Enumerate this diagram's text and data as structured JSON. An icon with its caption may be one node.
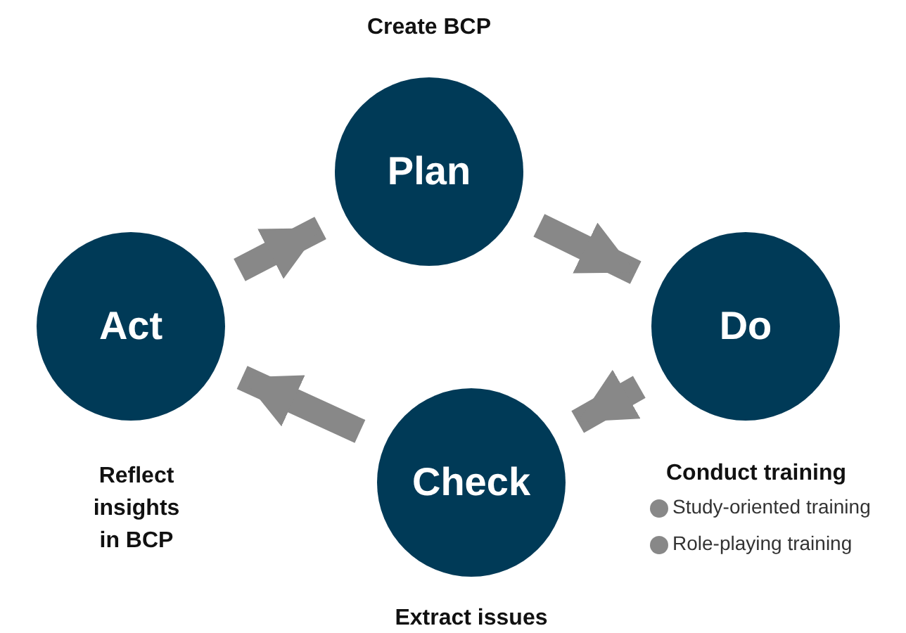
{
  "diagram": {
    "nodes": [
      {
        "text": [
          "Plan"
        ],
        "beside": [
          "Create BCP"
        ]
      },
      {
        "text": [
          "Do"
        ],
        "beside": [
          "Conduct training",
          "Study-oriented training",
          "Role-playing training"
        ]
      },
      {
        "text": [
          "Check"
        ],
        "beside": [
          "Extract issues"
        ]
      },
      {
        "text": [
          "Act"
        ],
        "beside": [
          "Reflect insights in BCP"
        ]
      }
    ],
    "edges": [
      {
        "from": 3,
        "to": 0,
        "arrow": "to"
      },
      {
        "from": 0,
        "to": 1,
        "arrow": "to"
      },
      {
        "from": 1,
        "to": 2,
        "arrow": "to"
      },
      {
        "from": 2,
        "to": 3,
        "arrow": "to"
      }
    ]
  }
}
